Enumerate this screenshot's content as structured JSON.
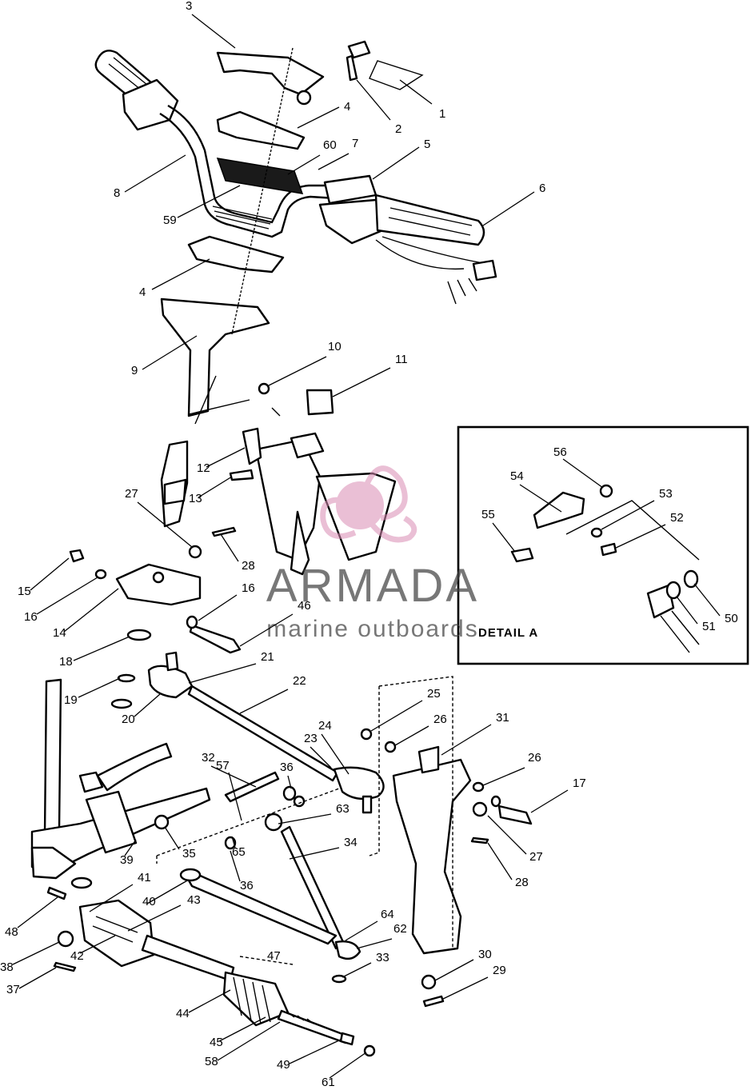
{
  "watermark": {
    "brand": "ARMADA",
    "tagline": "marine outboards"
  },
  "detail": {
    "title": "DETAIL A"
  },
  "labels": [
    {
      "text": "1"
    },
    {
      "text": "2"
    },
    {
      "text": "3"
    },
    {
      "text": "4"
    },
    {
      "text": "5"
    },
    {
      "text": "6"
    },
    {
      "text": "7"
    },
    {
      "text": "60"
    },
    {
      "text": "8"
    },
    {
      "text": "59"
    },
    {
      "text": "4"
    },
    {
      "text": "9"
    },
    {
      "text": "10"
    },
    {
      "text": "11"
    },
    {
      "text": "12"
    },
    {
      "text": "13"
    },
    {
      "text": "27"
    },
    {
      "text": "28"
    },
    {
      "text": "15"
    },
    {
      "text": "16"
    },
    {
      "text": "14"
    },
    {
      "text": "16"
    },
    {
      "text": "46"
    },
    {
      "text": "18"
    },
    {
      "text": "19"
    },
    {
      "text": "20"
    },
    {
      "text": "21"
    },
    {
      "text": "22"
    },
    {
      "text": "25"
    },
    {
      "text": "26"
    },
    {
      "text": "31"
    },
    {
      "text": "24"
    },
    {
      "text": "23"
    },
    {
      "text": "32"
    },
    {
      "text": "57"
    },
    {
      "text": "36"
    },
    {
      "text": "26"
    },
    {
      "text": "17"
    },
    {
      "text": "63"
    },
    {
      "text": "65"
    },
    {
      "text": "35"
    },
    {
      "text": "39"
    },
    {
      "text": "34"
    },
    {
      "text": "27"
    },
    {
      "text": "36"
    },
    {
      "text": "28"
    },
    {
      "text": "48"
    },
    {
      "text": "41"
    },
    {
      "text": "40"
    },
    {
      "text": "43"
    },
    {
      "text": "64"
    },
    {
      "text": "62"
    },
    {
      "text": "38"
    },
    {
      "text": "42"
    },
    {
      "text": "47"
    },
    {
      "text": "33"
    },
    {
      "text": "30"
    },
    {
      "text": "29"
    },
    {
      "text": "37"
    },
    {
      "text": "44"
    },
    {
      "text": "45"
    },
    {
      "text": "58"
    },
    {
      "text": "49"
    },
    {
      "text": "61"
    },
    {
      "text": "56"
    },
    {
      "text": "54"
    },
    {
      "text": "53"
    },
    {
      "text": "52"
    },
    {
      "text": "55"
    },
    {
      "text": "50"
    },
    {
      "text": "51"
    }
  ]
}
